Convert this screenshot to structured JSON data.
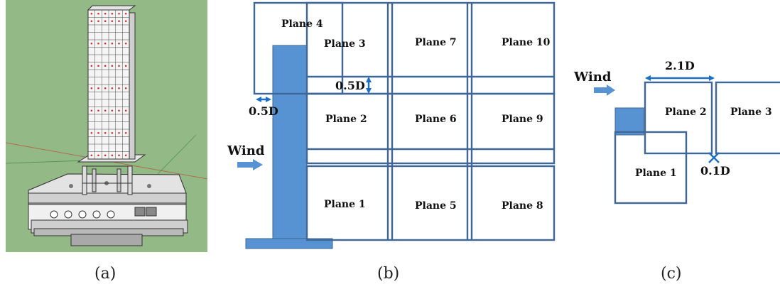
{
  "captions": {
    "a": "(a)",
    "b": "(b)",
    "c": "(c)"
  },
  "panel_b": {
    "planes": [
      "Plane 1",
      "Plane 2",
      "Plane 3",
      "Plane 4",
      "Plane 5",
      "Plane 6",
      "Plane 7",
      "Plane 8",
      "Plane 9",
      "Plane 10"
    ],
    "dim_horizontal": "0.5D",
    "dim_vertical": "0.5D",
    "wind": "Wind"
  },
  "panel_c": {
    "planes": [
      "Plane 1",
      "Plane 2",
      "Plane 3"
    ],
    "dim_width": "2.1D",
    "dim_gap": "0.1D",
    "wind": "Wind"
  },
  "colors": {
    "model_background": "#93ba86",
    "building": "#5792d2",
    "plane_outline": "#3e6696",
    "dimension_arrow": "#1b6fc5"
  }
}
